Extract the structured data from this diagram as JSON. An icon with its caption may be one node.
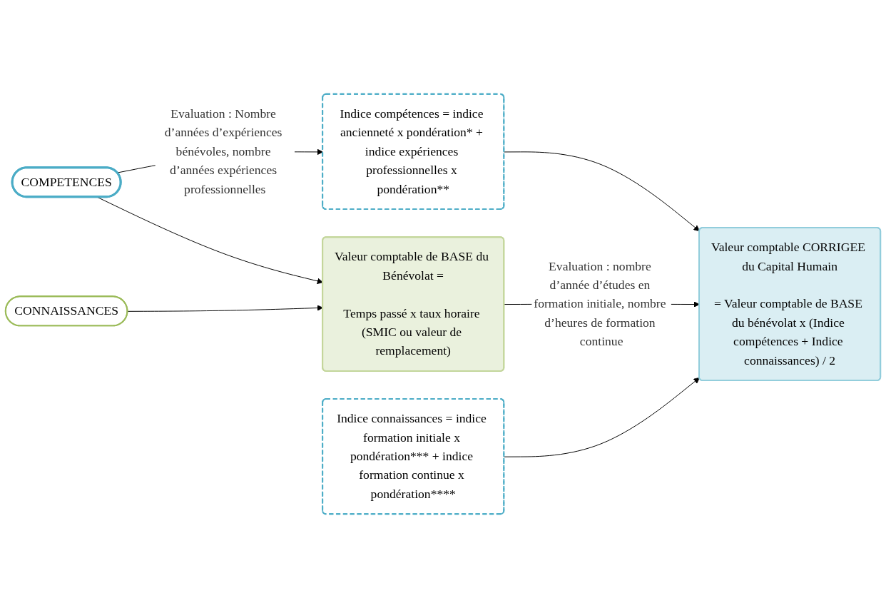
{
  "diagram": {
    "nodes": [
      {
        "text": [
          "COMPETENCES"
        ]
      },
      {
        "text": [
          "Indice compétences = indice ancienneté x pondération* + indice expériences professionnelles x pondération**"
        ]
      },
      {
        "text": [
          "Valeur comptable de BASE du Bénévolat =",
          "Temps passé x taux horaire (SMIC ou valeur de remplacement)"
        ]
      },
      {
        "text": [
          "Valeur comptable CORRIGEE du Capital Humain",
          "= Valeur comptable de BASE du bénévolat x (Indice compétences + Indice connaissances) / 2"
        ]
      },
      {
        "text": [
          "Indice connaissances = indice formation initiale x pondération*** + indice formation continue x pondération****"
        ]
      },
      {
        "text": [
          "CONNAISSANCES"
        ]
      }
    ],
    "edges": [
      {
        "from": 0,
        "to": 2,
        "arrow": "to"
      },
      {
        "from": 0,
        "to": 1,
        "arrow": "to",
        "label": "Evaluation : Nombre d’années d’expériences bénévoles, nombre d’années expériences professionnelles"
      },
      {
        "from": 1,
        "to": 3,
        "arrow": "to"
      },
      {
        "from": 2,
        "to": 3,
        "arrow": "to",
        "label": "Evaluation : nombre d’année d’études en formation initiale, nombre d’heures de formation continue"
      },
      {
        "from": 4,
        "to": 3,
        "arrow": "to"
      },
      {
        "from": 5,
        "to": 2,
        "arrow": "to"
      }
    ]
  }
}
